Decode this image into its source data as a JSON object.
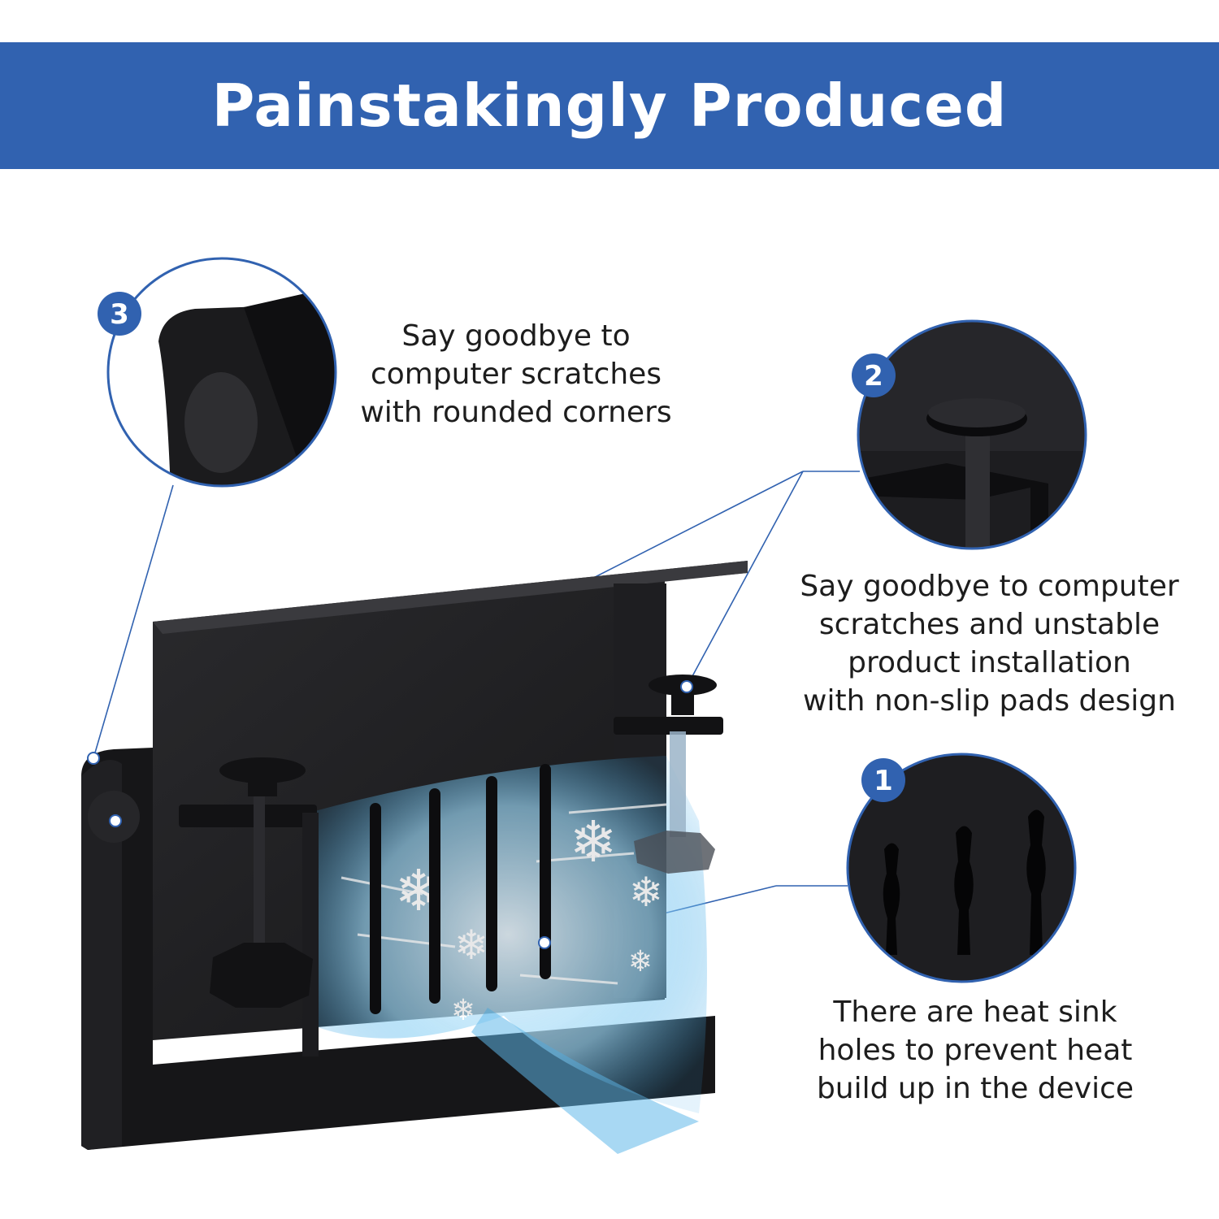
{
  "header": {
    "title": "Painstakingly Produced",
    "background": "#3162b0"
  },
  "callouts": [
    {
      "number": "3",
      "text": "Say goodbye to\ncomputer scratches\nwith rounded corners"
    },
    {
      "number": "2",
      "text": "Say goodbye to computer\nscratches and unstable\nproduct installation\nwith non-slip pads design"
    },
    {
      "number": "1",
      "text": "There are heat sink\nholes to prevent heat\nbuild up in the device"
    }
  ],
  "colors": {
    "accent": "#3162b0",
    "product": "#1b1b1d",
    "airflow": "#8fd0f2"
  }
}
